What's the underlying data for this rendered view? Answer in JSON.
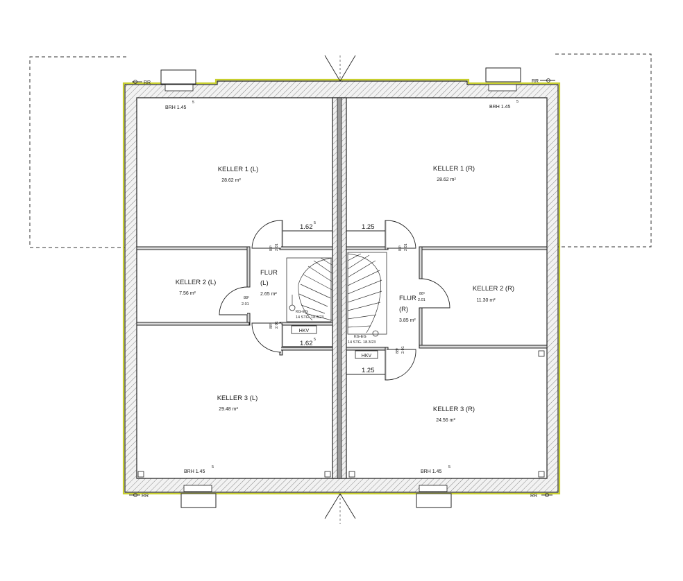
{
  "rooms": {
    "keller1_l": {
      "name": "KELLER 1 (L)",
      "area": "28.62 m²"
    },
    "keller1_r": {
      "name": "KELLER 1 (R)",
      "area": "28.62 m²"
    },
    "keller2_l": {
      "name": "KELLER 2 (L)",
      "area": "7.56 m²"
    },
    "keller2_r": {
      "name": "KELLER 2 (R)",
      "area": "11.30 m²"
    },
    "keller3_l": {
      "name": "KELLER 3 (L)",
      "area": "29.48 m²"
    },
    "keller3_r": {
      "name": "KELLER 3 (R)",
      "area": "24.56 m²"
    },
    "flur_l": {
      "name": "FLUR",
      "side": "(L)",
      "area": "2.65 m²"
    },
    "flur_r": {
      "name": "FLUR",
      "side": "(R)",
      "area": "3.85 m²"
    }
  },
  "windows": {
    "brh_label": "BRH 1.45",
    "brh_sup": "5"
  },
  "dimensions": {
    "upper_l": "1.62",
    "upper_l_sup": "5",
    "upper_r": "1.25",
    "lower_l": "1.62",
    "lower_l_sup": "5",
    "lower_r": "1.25",
    "door_w": "88⁵",
    "door_h": "2.01"
  },
  "stairs": {
    "left": {
      "label": "KG-EG",
      "spec": "14 STG. 18.3/23"
    },
    "right": {
      "label": "KG-EG",
      "spec": "14 STG. 18.3/23"
    }
  },
  "equipment": {
    "hkv": "HKV"
  },
  "markers": {
    "rr": "RR"
  }
}
